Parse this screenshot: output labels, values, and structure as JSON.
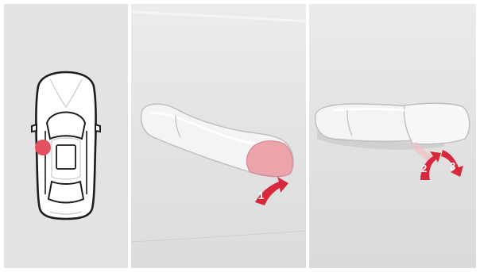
{
  "panels": [
    {
      "id": "locate-handle"
    },
    {
      "id": "press-front-of-handle"
    },
    {
      "id": "pull-handle-open"
    }
  ],
  "steps": {
    "one": "1",
    "two": "2",
    "three": "3"
  },
  "colors": {
    "highlight": "#e45060",
    "arrow": "#d8283c",
    "panel_bg": "#e3e3e3",
    "divider": "#ffffff"
  }
}
